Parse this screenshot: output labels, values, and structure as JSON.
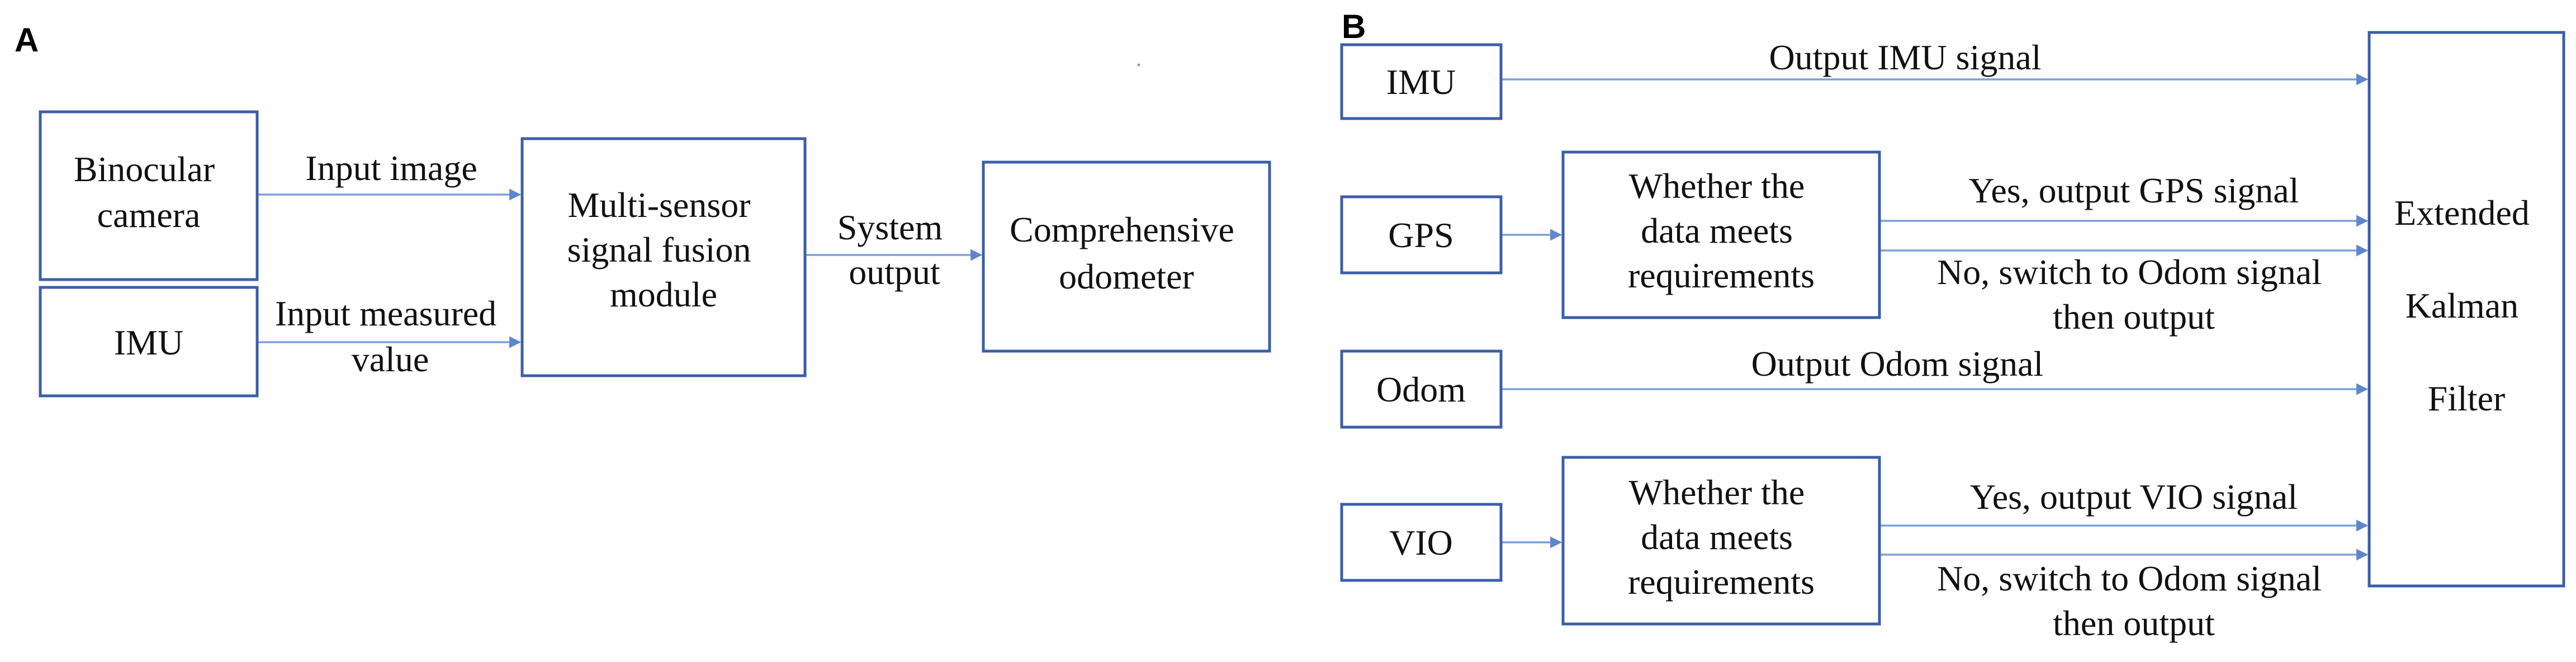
{
  "panels": {
    "a": {
      "letter": "A",
      "nodes": {
        "binocular": [
          "Binocular",
          "camera"
        ],
        "imu": [
          "IMU"
        ],
        "fusion": [
          "Multi-sensor",
          "signal fusion",
          "module"
        ],
        "odometer": [
          "Comprehensive",
          "odometer"
        ]
      },
      "edges": {
        "input_image": [
          "Input image"
        ],
        "input_measured": [
          "Input measured",
          "value"
        ],
        "system_output": [
          "System",
          "output"
        ]
      }
    },
    "b": {
      "letter": "B",
      "nodes": {
        "imu": [
          "IMU"
        ],
        "gps": [
          "GPS"
        ],
        "odom": [
          "Odom"
        ],
        "vio": [
          "VIO"
        ],
        "check_gps": [
          "Whether the",
          "data meets",
          "requirements"
        ],
        "check_vio": [
          "Whether the",
          "data meets",
          "requirements"
        ],
        "ekf": [
          "Extended",
          "Kalman",
          "Filter"
        ]
      },
      "edges": {
        "imu_out": [
          "Output IMU signal"
        ],
        "gps_yes": [
          "Yes, output GPS signal"
        ],
        "gps_no": [
          "No, switch to Odom signal",
          "then output"
        ],
        "odom_out": [
          "Output Odom signal"
        ],
        "vio_yes": [
          "Yes, output VIO signal"
        ],
        "vio_no": [
          "No, switch to Odom signal",
          "then output"
        ]
      }
    }
  },
  "colors": {
    "box_border": "#3b5ea8",
    "arrow": "#7c9fd8",
    "text": "#111111"
  }
}
